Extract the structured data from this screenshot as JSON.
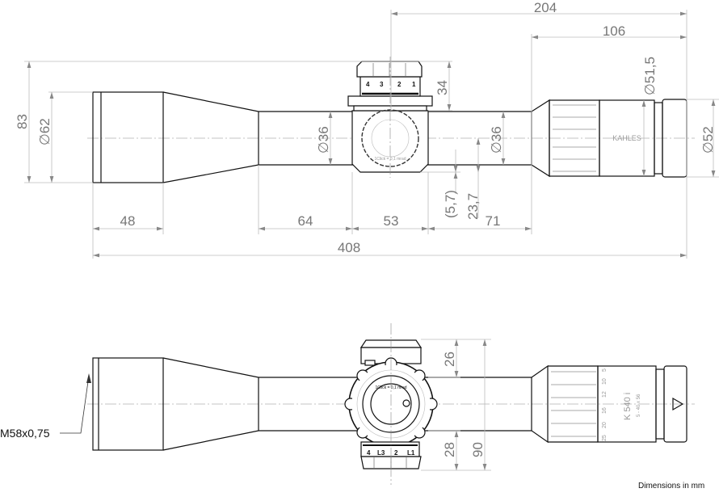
{
  "top_view": {
    "dimensions": {
      "overall_length": "408",
      "eyepiece_to_turret": "204",
      "eyepiece_length": "106",
      "objective_height": "83",
      "objective_diameter": "∅62",
      "turret_height": "34",
      "tube_diameter_left": "∅36",
      "tube_diameter_right": "∅36",
      "ocular_diameter": "∅51,5",
      "eyepiece_diameter": "∅52",
      "offset_small": "(5,7)",
      "offset_large": "23,7",
      "objective_bell": "48",
      "front_tube": "64",
      "turret_width": "53",
      "rear_tube": "71"
    },
    "dial_numbers": [
      "4",
      "3",
      "2",
      "1"
    ],
    "side_knob_text": "1Click = 0,1 mrad",
    "brand_text": "KAHLES"
  },
  "bottom_view": {
    "dimensions": {
      "top_cap_height": "26",
      "bottom_dial_height": "28",
      "total_height": "90"
    },
    "thread_label": "M58x0,75",
    "dial_numbers": [
      "4",
      "L3",
      "2",
      "L1"
    ],
    "knob_text": "1Click = 0,1 mrad",
    "model_text": "K 540 i",
    "magnification_text": "5 - 40 x 56",
    "zoom_numbers": [
      "5",
      "10",
      "12",
      "16",
      "20",
      "25"
    ]
  },
  "footer": {
    "units_note": "Dimensions in mm"
  }
}
